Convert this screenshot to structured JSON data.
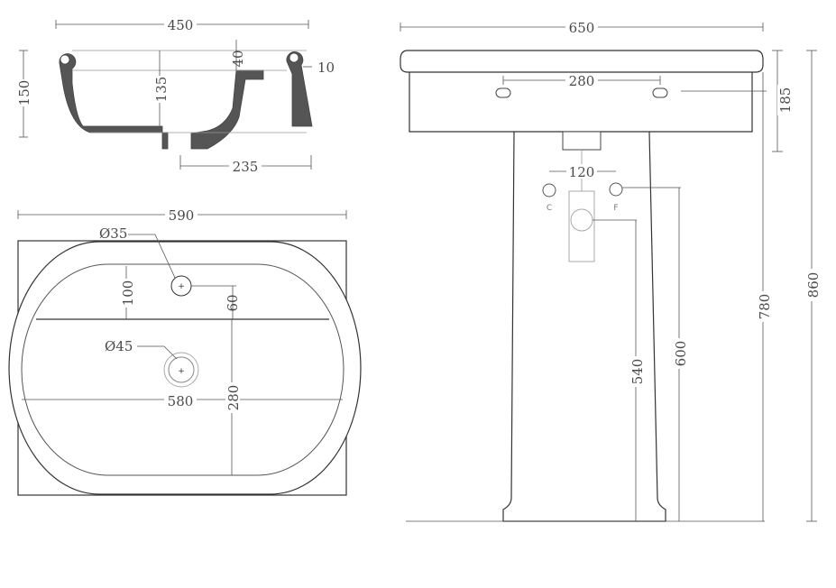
{
  "section_view": {
    "width": "450",
    "height": "150",
    "inner_depth": "135",
    "rim": "40",
    "wall": "10",
    "drain_offset": "235"
  },
  "top_view": {
    "overall_width": "590",
    "bowl_width": "580",
    "tap_hole_diameter": "Ø35",
    "drain_diameter": "Ø45",
    "tap_to_front": "100",
    "tap_offset": "60",
    "bowl_depth": "280"
  },
  "front_view": {
    "overall_width": "650",
    "hole_spacing": "280",
    "basin_depth": "185",
    "supply_spacing": "120",
    "cold_label": "C",
    "hot_label": "F",
    "supply_height": "600",
    "drain_height": "540",
    "rim_height": "780",
    "total_height": "860"
  }
}
